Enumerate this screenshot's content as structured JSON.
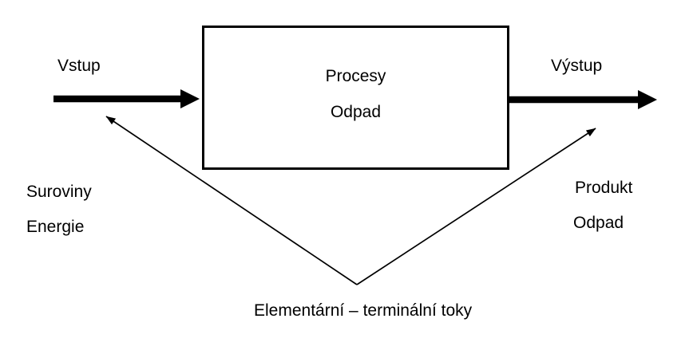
{
  "colors": {
    "background": "#ffffff",
    "line": "#000000",
    "text": "#000000"
  },
  "diagram": {
    "box": {
      "line1": "Procesy",
      "line2": "Odpad"
    },
    "labels": {
      "input": "Vstup",
      "output": "Výstup",
      "input_items": [
        "Suroviny",
        "Energie"
      ],
      "output_items": [
        "Produkt",
        "Odpad"
      ],
      "caption": "Elementární – terminální toky"
    }
  }
}
